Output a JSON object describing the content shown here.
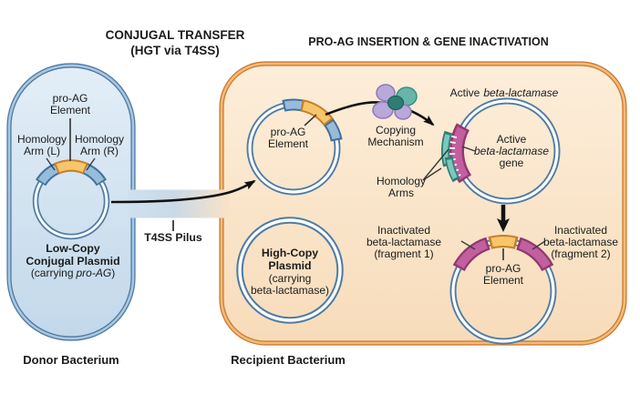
{
  "titles": {
    "left_line1": "CONJUGAL TRANSFER",
    "left_line2": "(HGT via T4SS)",
    "right": "PRO-AG INSERTION & GENE INACTIVATION"
  },
  "donor": {
    "cell_label": "Donor Bacterium",
    "pilus_label": "T4SS Pilus",
    "plasmid": {
      "element_line1": "pro-AG",
      "element_line2": "Element",
      "arm_left_line1": "Homology",
      "arm_left_line2": "Arm (L)",
      "arm_right_line1": "Homology",
      "arm_right_line2": "Arm (R)",
      "caption_line1": "Low-Copy",
      "caption_line2": "Conjugal Plasmid",
      "caption_line3_pre": "(carrying",
      "caption_line3_italic": "pro-AG",
      "caption_line3_post": ")"
    }
  },
  "recipient": {
    "cell_label": "Recipient Bacterium",
    "proag_plasmid": {
      "line1": "pro-AG",
      "line2": "Element"
    },
    "copying_mechanism": {
      "line1": "Copying",
      "line2": "Mechanism"
    },
    "homology_arms": {
      "line1": "Homology",
      "line2": "Arms"
    },
    "active_plasmid": {
      "title_pre": "Active",
      "title_italic": "beta-lactamase",
      "gene_line1": "Active",
      "gene_line2_italic": "beta-lactamase",
      "gene_line3": "gene"
    },
    "high_copy_plasmid": {
      "line1": "High-Copy",
      "line2": "Plasmid",
      "line3": "(carrying",
      "line4": "beta-lactamase)"
    },
    "inactivated_plasmid": {
      "frag1_line1": "Inactivated",
      "frag1_line2": "beta-lactamase",
      "frag1_line3": "(fragment 1)",
      "frag2_line1": "Inactivated",
      "frag2_line2": "beta-lactamase",
      "frag2_line3": "(fragment 2)",
      "proag_line1": "pro-AG",
      "proag_line2": "Element"
    }
  },
  "colors": {
    "donor_membrane": "#4d79a3",
    "donor_fill_top": "#e0ecf6",
    "donor_fill_bottom": "#c2d8ea",
    "recipient_membrane": "#cc7a2c",
    "recipient_fill_top": "#fdeeda",
    "recipient_fill_bottom": "#f7dcba",
    "plasmid_ring": "#4f7ca6",
    "proag_yellow": "#f7c66a",
    "proag_yellow_outline": "#c77f28",
    "homology_arm_blue": "#96bcd9",
    "homology_arm_blue_outline": "#41719c",
    "gene_magenta": "#c25f9f",
    "gene_magenta_outline": "#93386f",
    "homology_teal": "#7cc8bd",
    "homology_teal_outline": "#2f8077",
    "mechanism_lavender": "#b9a8d8",
    "mechanism_teal": "#69b4a8",
    "mechanism_teal_dark": "#2e7d74",
    "arrow": "#111111",
    "text": "#1b1b1b"
  }
}
